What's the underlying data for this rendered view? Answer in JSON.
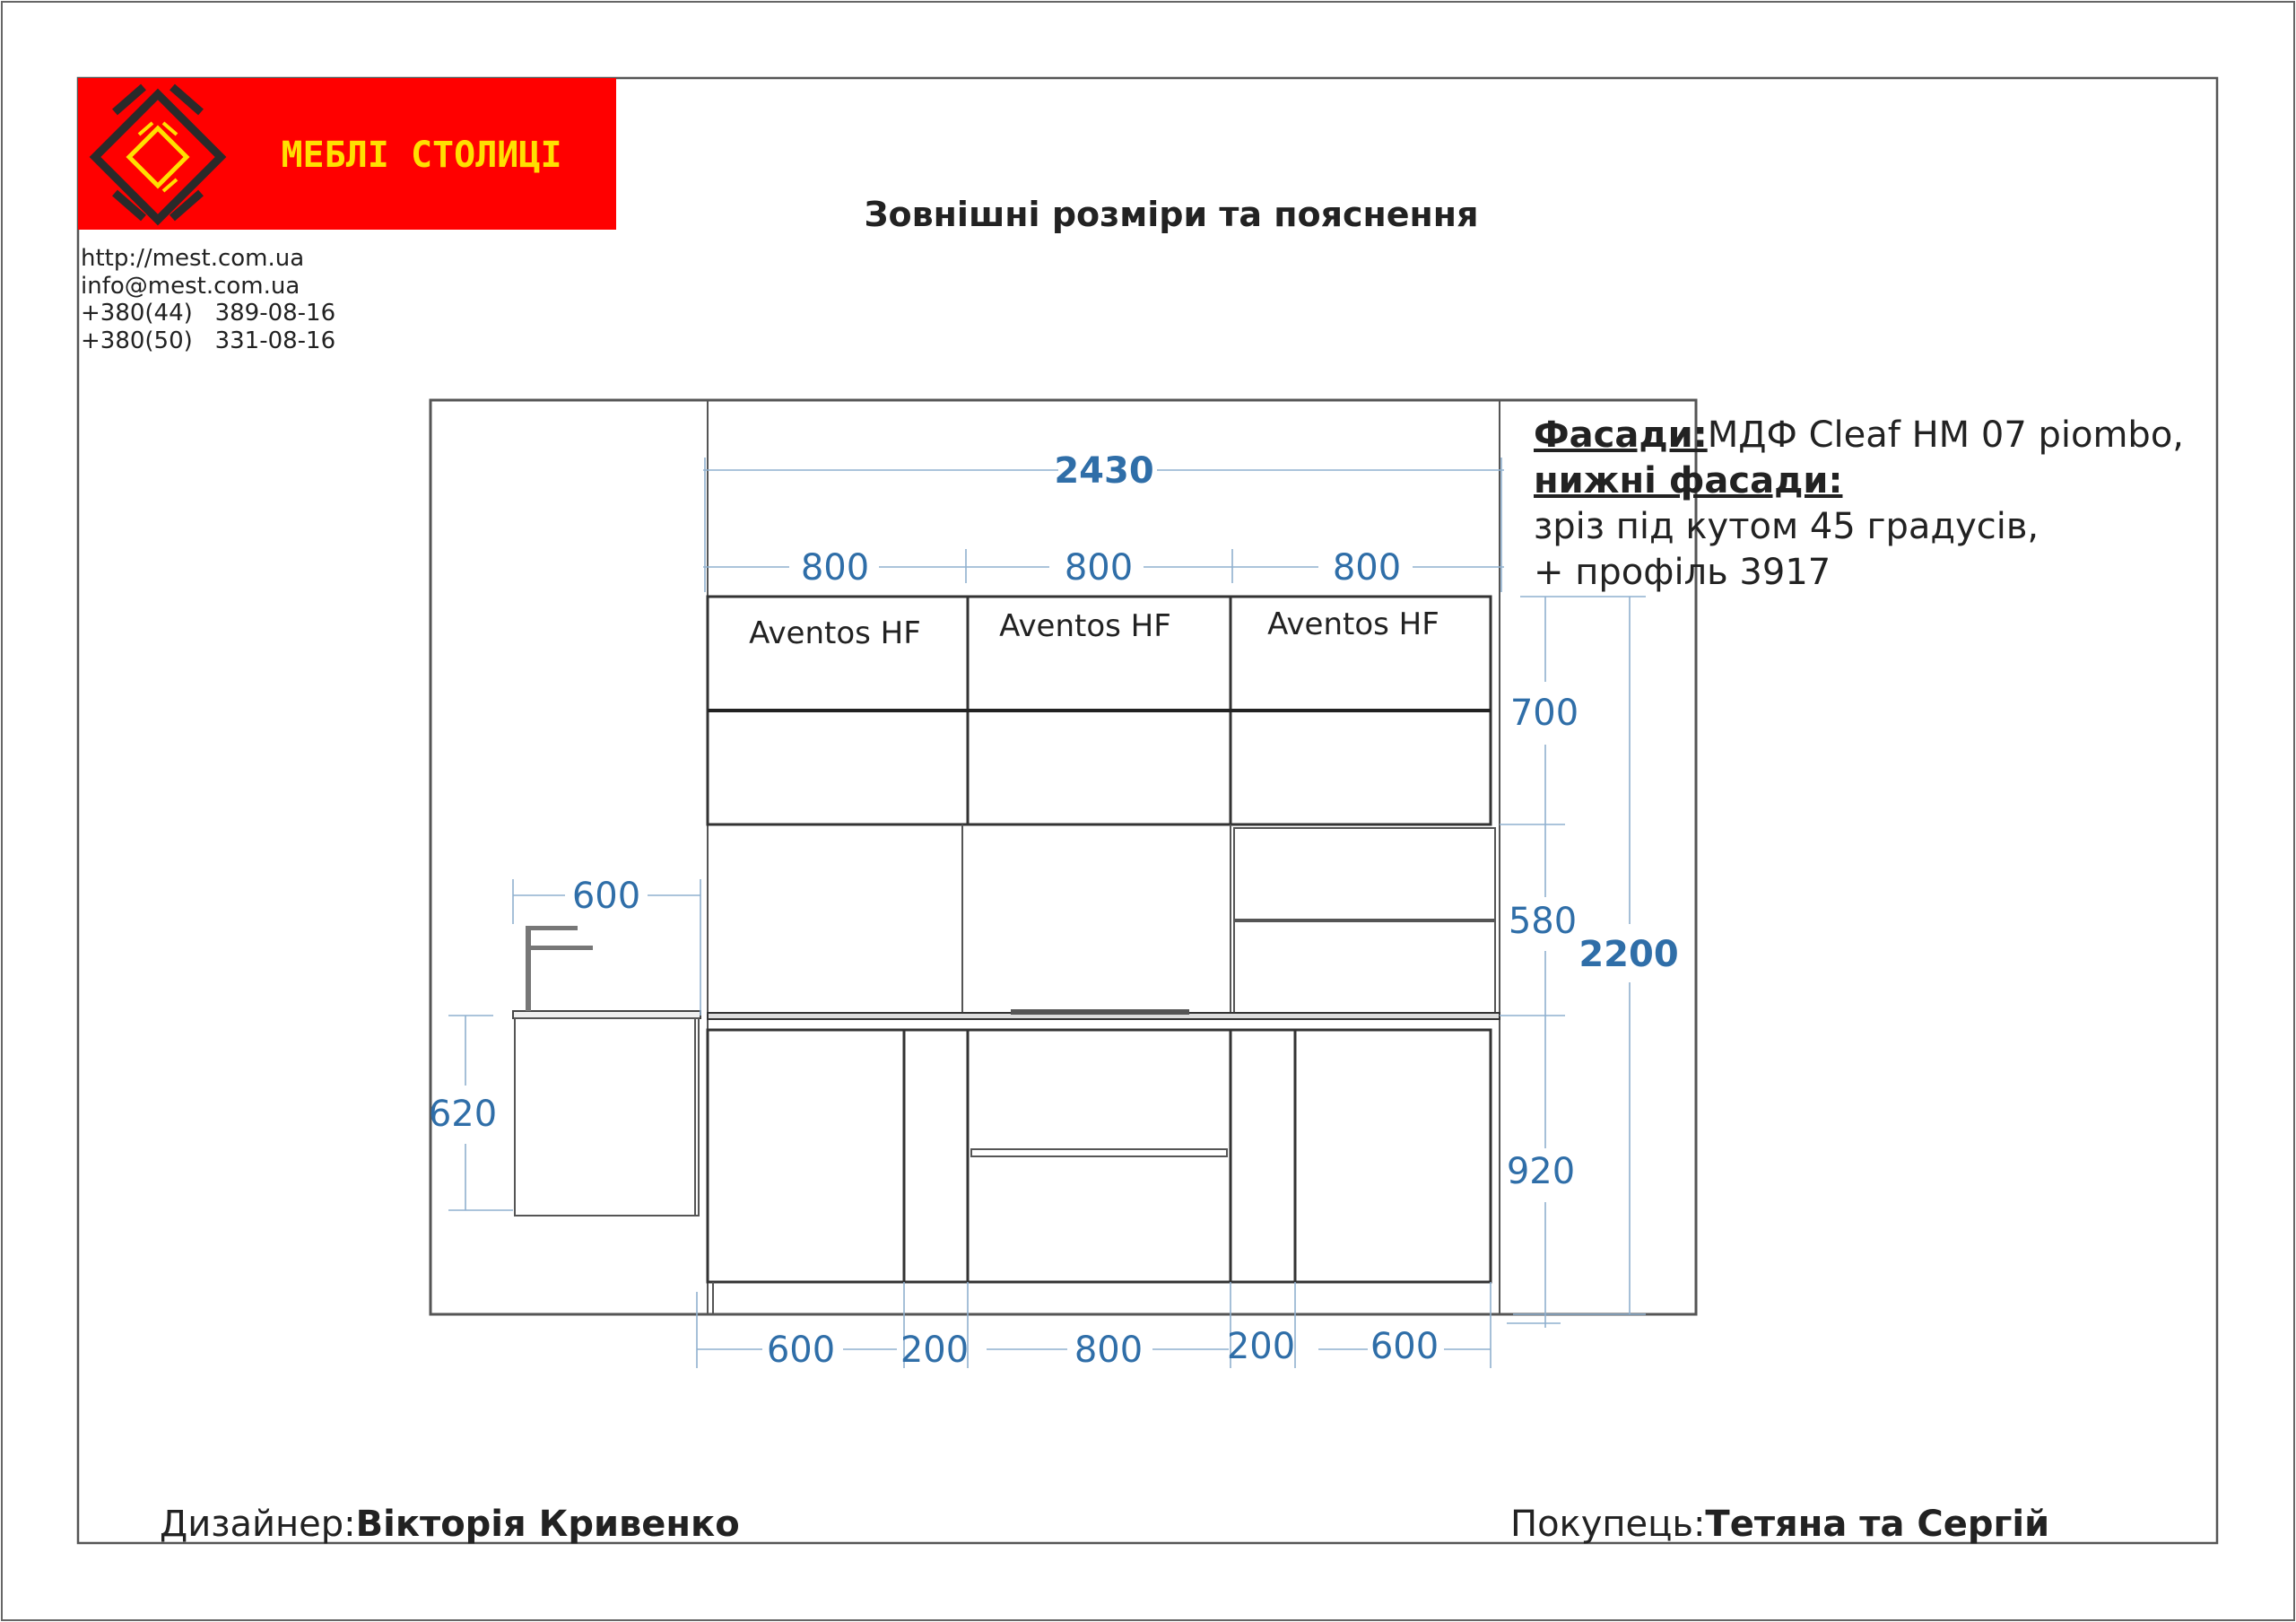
{
  "logo": {
    "brand_name": "МЕБЛІ СТОЛИЦІ",
    "background_color": "#ff0000",
    "text_color": "#ffe000"
  },
  "contacts": {
    "website": "http://mest.com.ua",
    "email": "info@mest.com.ua",
    "phone_1": "+380(44)   389-08-16",
    "phone_2": "+380(50)   331-08-16"
  },
  "title": "Зовнішні розміри та пояснення",
  "notes": {
    "facades_label": "Фасади:",
    "facades_value": "МДФ Cleaf HM 07 piombo,",
    "lower_facades_label": "нижні фасади:",
    "line_3": "зріз під кутом 45 градусів,",
    "line_4": "+ профіль 3917"
  },
  "drawing": {
    "upper_cabinet_labels": [
      "Aventos HF",
      "Aventos HF",
      "Aventos HF"
    ],
    "dimensions": {
      "total_width": "2430",
      "upper_widths": [
        "800",
        "800",
        "800"
      ],
      "sink_width": "600",
      "sink_height": "620",
      "bottom_widths": [
        "600",
        "200",
        "800",
        "200",
        "600"
      ],
      "heights": [
        "700",
        "580",
        "920"
      ],
      "total_height": "2200"
    },
    "dimension_color": "#2f6ea8"
  },
  "footer": {
    "designer_label": "Дизайнер:",
    "designer_name": "Вікторія Кривенко",
    "customer_label": "Покупець:",
    "customer_name": "Тетяна та Сергій"
  }
}
